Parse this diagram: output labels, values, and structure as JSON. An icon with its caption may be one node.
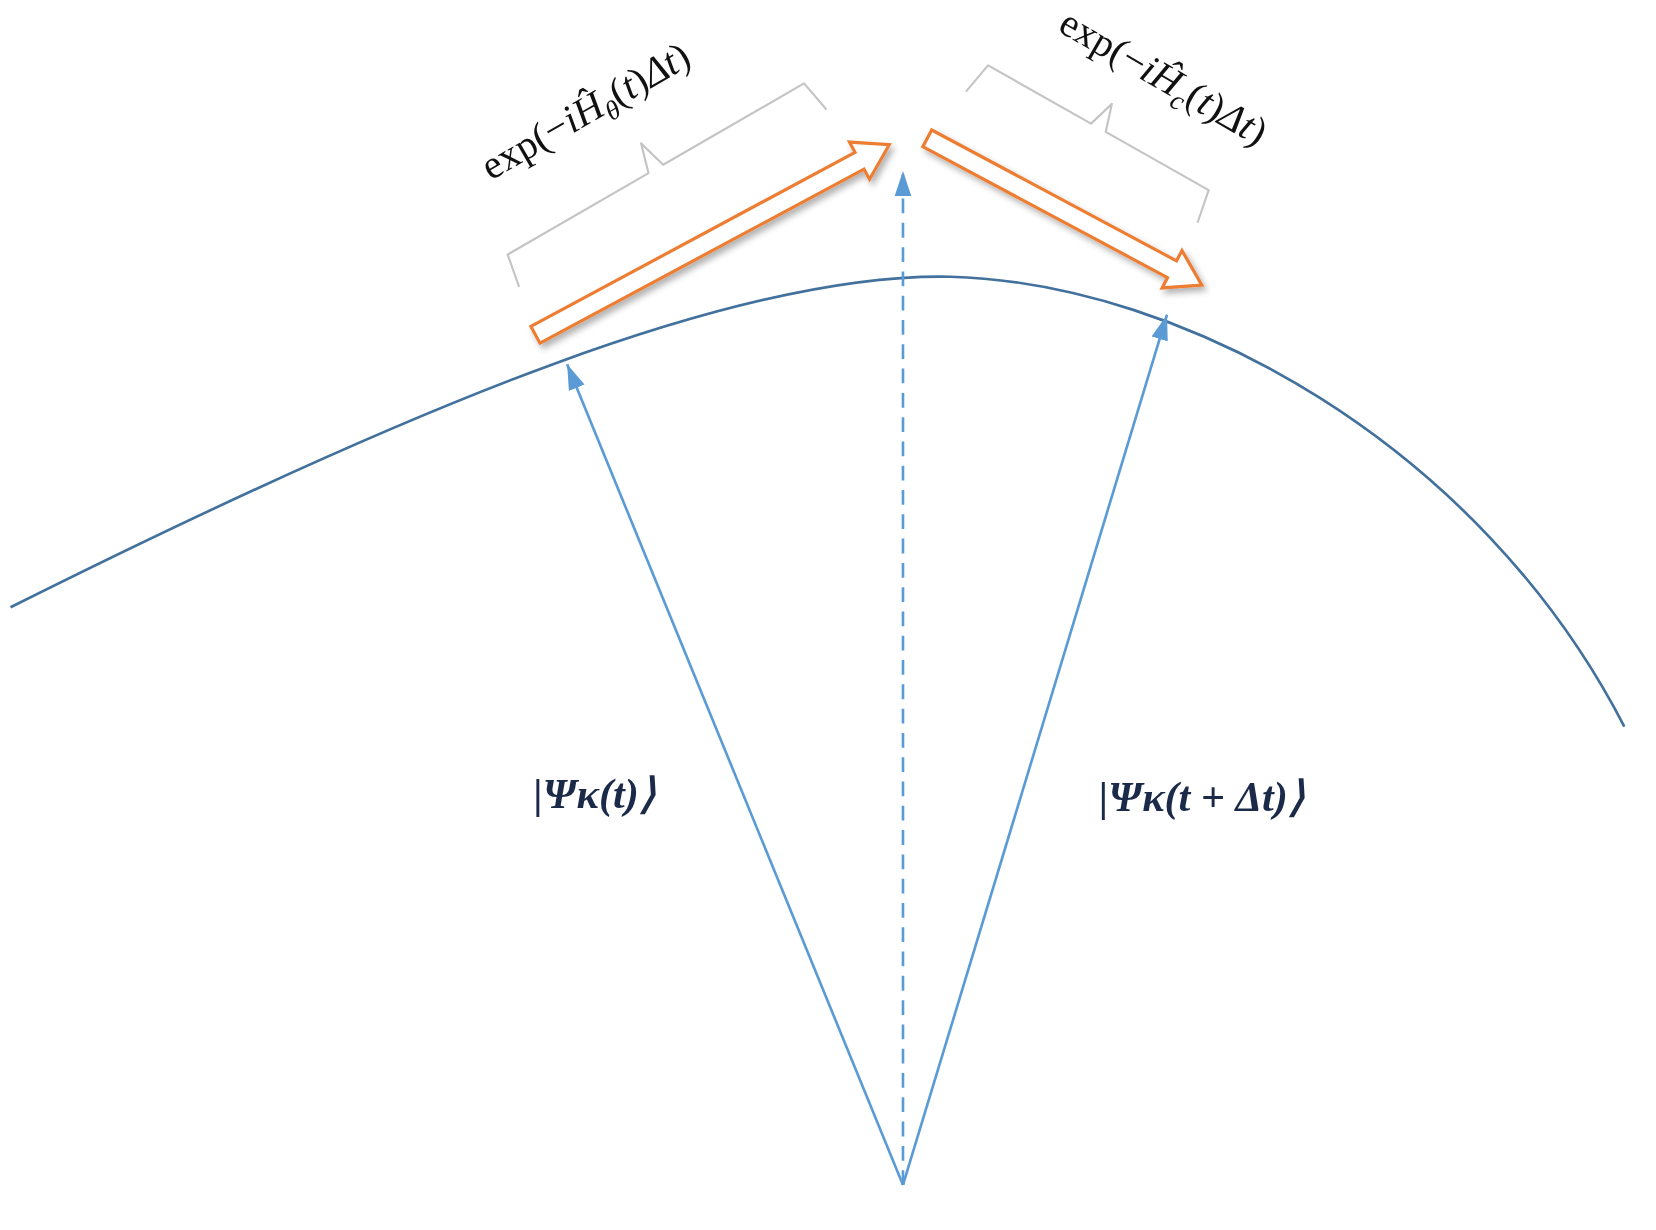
{
  "diagram": {
    "labels": [
      "exp(−*iĤ*$_{θ}$(*t*)*Δt*)",
      "exp(−*iĤ*$_{c}$(*t*)*Δt*)",
      "|Ψκ(t)⟩",
      "|Ψκ(t + Δt)⟩"
    ]
  }
}
